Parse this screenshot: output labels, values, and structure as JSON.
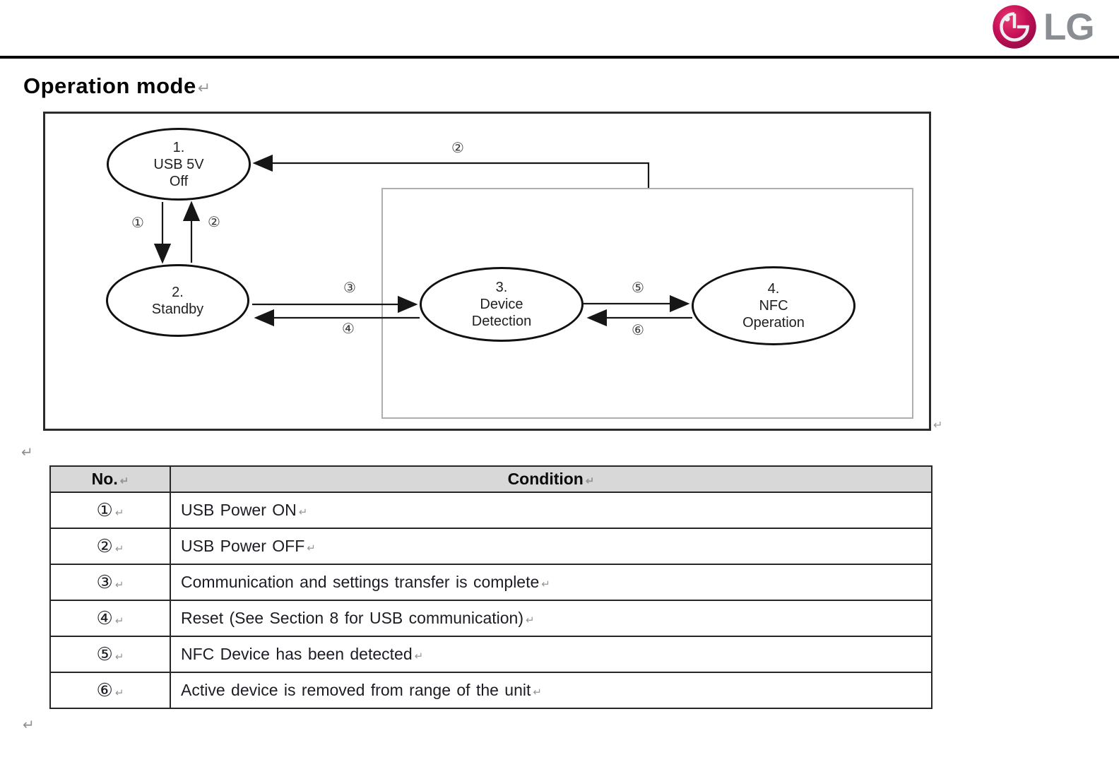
{
  "page": {
    "heading": "Operation mode",
    "return_mark": "↵"
  },
  "logo": {
    "brand_text": "LG",
    "symbol_color": "#b60b54",
    "wordmark_color": "#8a8e93"
  },
  "diagram": {
    "states": [
      {
        "l1": "1.",
        "l2": "USB 5V",
        "l3": "Off"
      },
      {
        "l1": "2.",
        "l2": "Standby"
      },
      {
        "l1": "3.",
        "l2": "Device",
        "l3": "Detection"
      },
      {
        "l1": "4.",
        "l2": "NFC",
        "l3": "Operation"
      }
    ],
    "labels": {
      "power_on": "①",
      "power_off_up": "②",
      "power_off_return": "②",
      "to_detection": "③",
      "reset": "④",
      "to_nfc": "⑤",
      "from_nfc": "⑥"
    }
  },
  "table": {
    "headers": {
      "no": "No.",
      "condition": "Condition"
    },
    "header_bg": "#d8d8d8",
    "rows": [
      {
        "no": "①",
        "condition": "USB Power ON"
      },
      {
        "no": "②",
        "condition": "USB Power OFF"
      },
      {
        "no": "③",
        "condition": "Communication and settings transfer is complete"
      },
      {
        "no": "④",
        "condition": "Reset (See Section 8 for USB communication)"
      },
      {
        "no": "⑤",
        "condition": "NFC Device has been detected"
      },
      {
        "no": "⑥",
        "condition": "Active device is removed from range of the unit"
      }
    ]
  }
}
